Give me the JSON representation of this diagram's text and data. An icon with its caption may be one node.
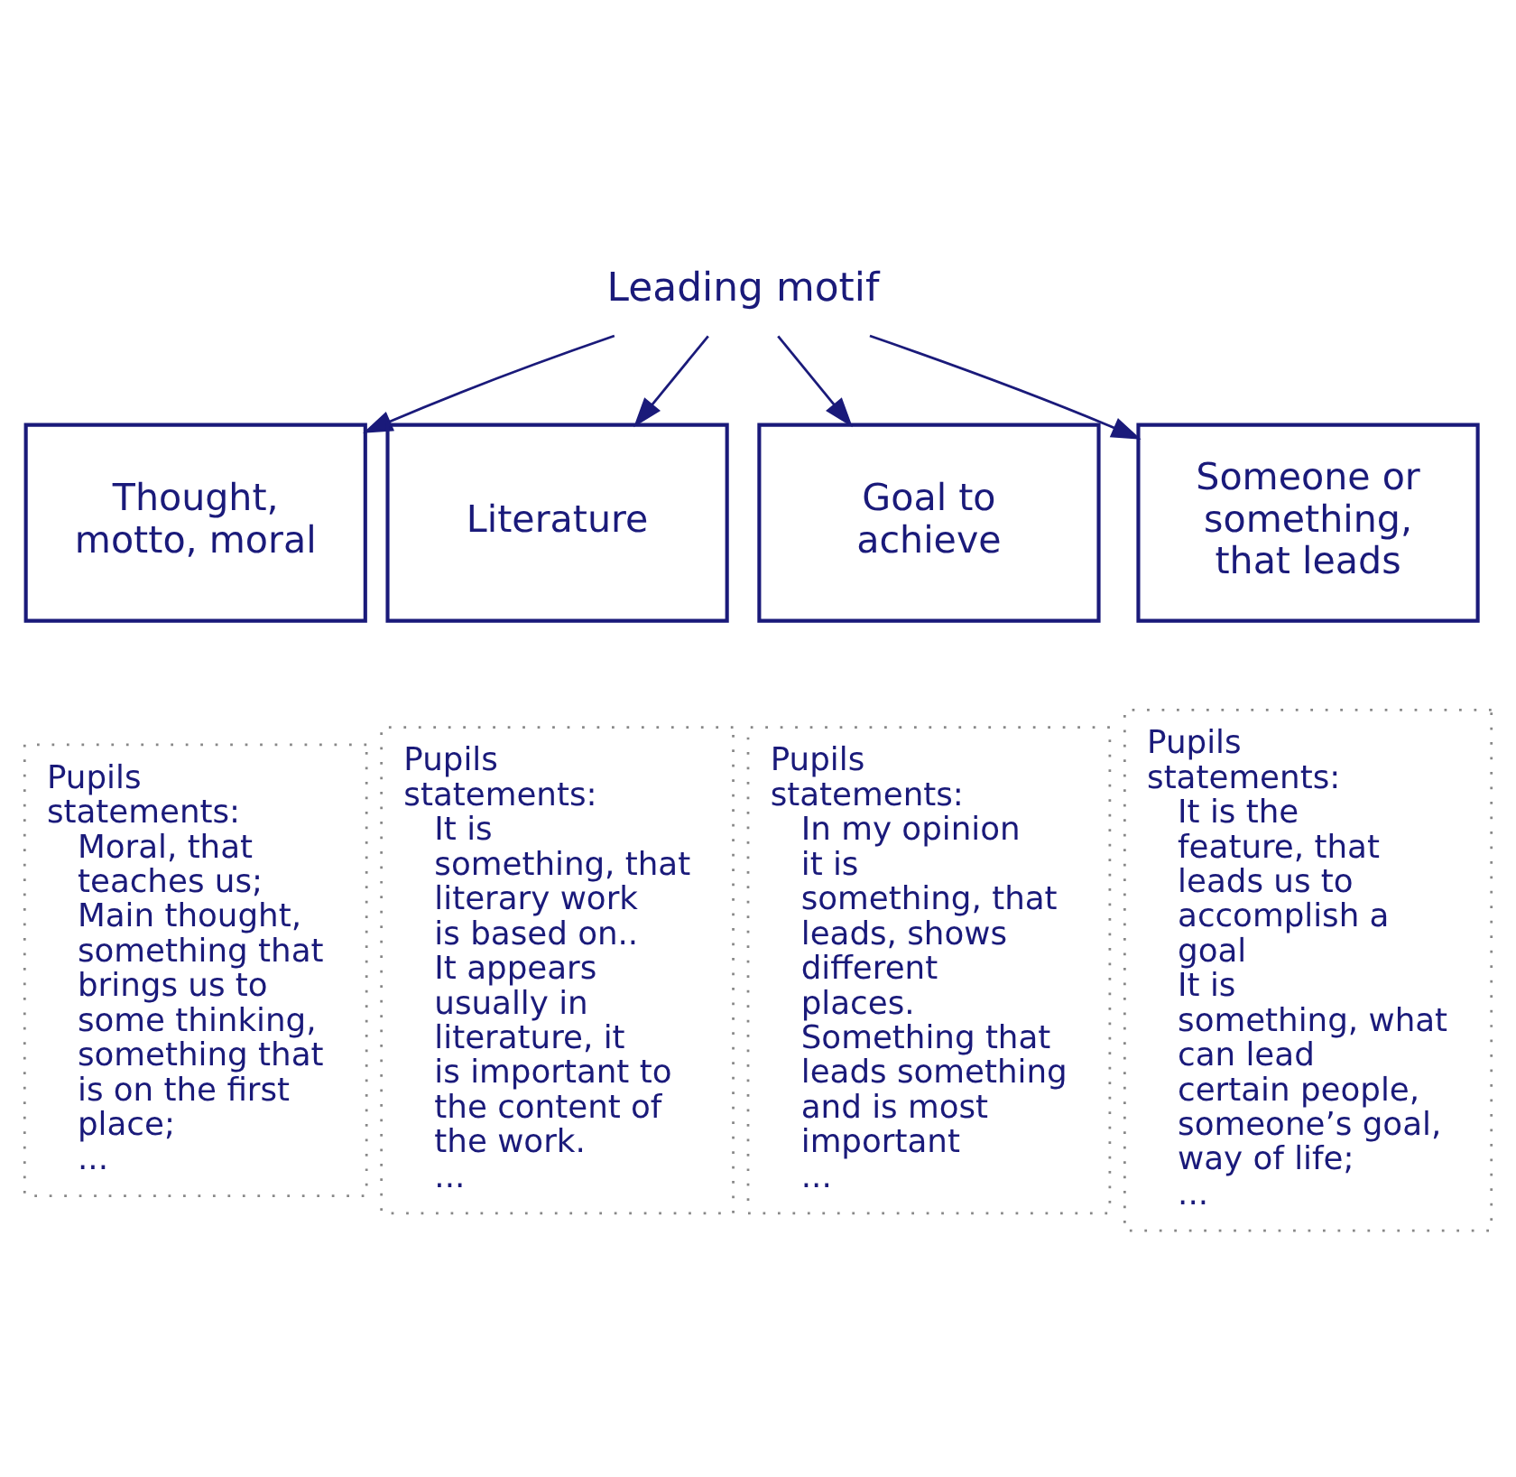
{
  "diagram": {
    "nodes": [
      {
        "text": [
          "Leading motif"
        ]
      },
      {
        "text": [
          "Thought, motto, moral"
        ]
      },
      {
        "text": [
          "Literature"
        ]
      },
      {
        "text": [
          "Goal to achieve"
        ]
      },
      {
        "text": [
          "Someone or something, that leads"
        ]
      },
      {
        "text": [
          "Pupils statements:",
          "Moral, that teaches us;",
          "Main thought, something that brings us to some thinking, something that is on the first place;",
          "..."
        ]
      },
      {
        "text": [
          "Pupils statements:",
          "It is something, that literary work is based on..",
          "It appears usually in literature, it is important to the content of the work.",
          "..."
        ]
      },
      {
        "text": [
          "Pupils statements:",
          "In my opinion it is something, that leads, shows different places.",
          "Something that leads something and is most important",
          "..."
        ]
      },
      {
        "text": [
          "Pupils statements:",
          "It is the feature, that leads us to accomplish a goal",
          "It is something, what can lead certain people, someone’s goal, way of life;",
          "..."
        ]
      }
    ],
    "edges": [
      {
        "from": 0,
        "to": 1,
        "arrow": "to"
      },
      {
        "from": 0,
        "to": 2,
        "arrow": "to"
      },
      {
        "from": 0,
        "to": 3,
        "arrow": "to"
      },
      {
        "from": 0,
        "to": 4,
        "arrow": "to"
      }
    ]
  }
}
